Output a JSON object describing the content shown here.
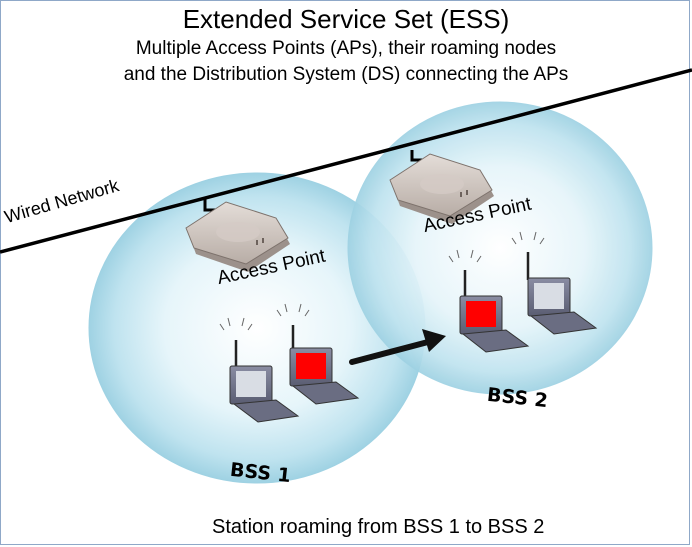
{
  "diagram": {
    "title": "Extended Service Set (ESS)",
    "subtitle_line1": "Multiple Access Points (APs), their roaming nodes",
    "subtitle_line2": "and the Distribution System (DS) connecting the APs",
    "wired_label": "Wired Network",
    "access_point_1_label": "Access Point",
    "access_point_2_label": "Access Point",
    "bss1_label": "BSS 1",
    "bss2_label": "BSS 2",
    "caption": "Station roaming from BSS 1 to BSS 2"
  },
  "colors": {
    "cell_fill": "#cfeaf3",
    "cell_edge": "#8ec6d9",
    "roaming_screen": "#ff0000",
    "idle_screen": "#d9dde4",
    "access_point_body": "#bfb4ad",
    "laptop_body": "#70738a"
  }
}
